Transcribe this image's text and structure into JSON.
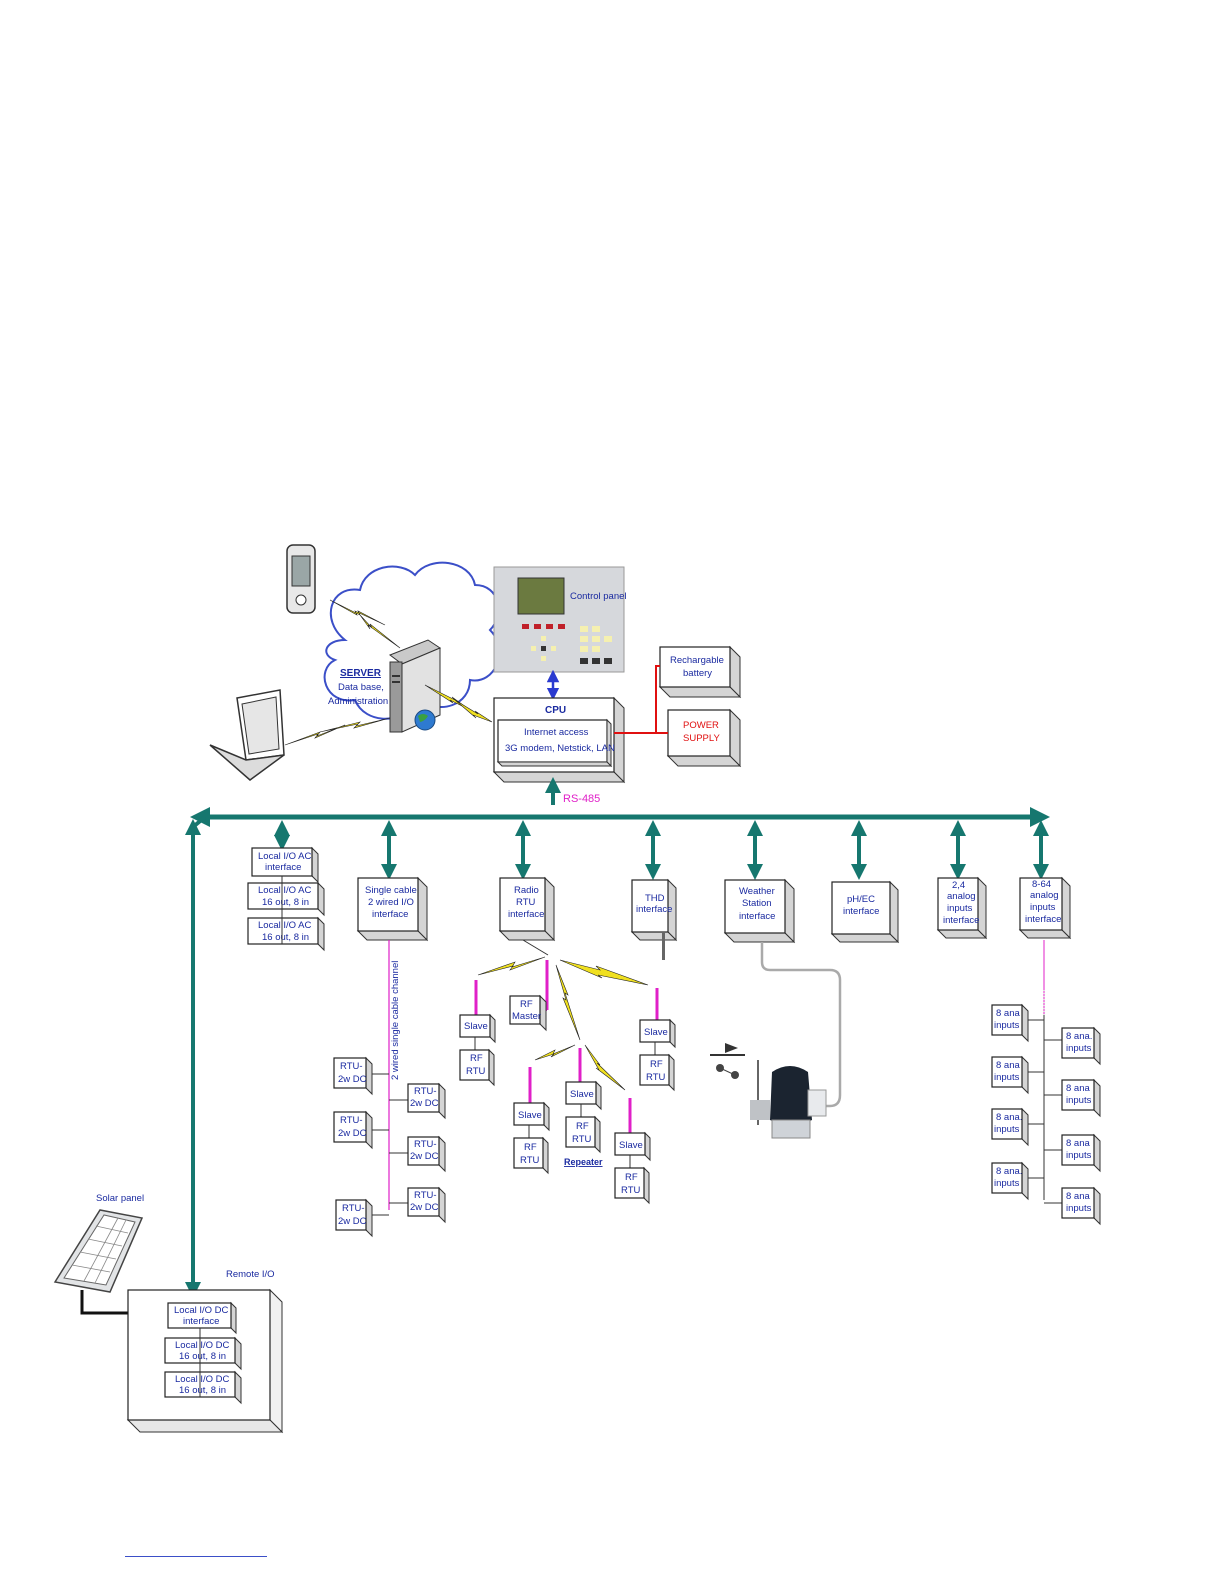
{
  "labels": {
    "control_panel": "Control panel",
    "cpu": "CPU",
    "internet_access": "Internet access",
    "connectivity": "3G modem, Netstick, LAN",
    "battery_1": "Rechargable",
    "battery_2": "battery",
    "power_1": "POWER",
    "power_2": "SUPPLY",
    "server": "SERVER",
    "server_db": "Data base,",
    "server_admin": "Administration",
    "rs485": "RS-485",
    "local_ac_interface_1": "Local I/O AC",
    "local_ac_interface_2": "interface",
    "local_ac_io_1": "Local I/O AC",
    "local_ac_io_2": "16 out, 8 in",
    "single_cable_1": "Single cable",
    "single_cable_2": "2 wired I/O",
    "single_cable_3": "interface",
    "single_cable_channel": "2 wired single cable channel",
    "radio_1": "Radio",
    "radio_2": "RTU",
    "radio_3": "interface",
    "thd_1": "THD",
    "thd_2": "interface",
    "weather_1": "Weather",
    "weather_2": "Station",
    "weather_3": "interface",
    "phec_1": "pH/EC",
    "phec_2": "interface",
    "analog24_1": "2,4",
    "analog24_2": "analog",
    "analog24_3": "inputs",
    "analog24_4": "interface",
    "analog864_1": "8-64",
    "analog864_2": "analog",
    "analog864_3": "inputs",
    "analog864_4": "interface",
    "rtu_1": "RTU-",
    "rtu_2": "2w DC",
    "slave": "Slave",
    "rf": "RF",
    "rtu": "RTU",
    "master": "Master",
    "repeater": "Repeater",
    "ana_1": "8 ana",
    "ana_1b": "8 ana.",
    "ana_2": "inputs",
    "solar_panel": "Solar panel",
    "remote_io": "Remote I/O",
    "local_dc_interface_1": "Local I/O DC",
    "local_dc_interface_2": "interface",
    "local_dc_io_1": "Local I/O DC",
    "local_dc_io_2": "16 out, 8 in"
  },
  "colors": {
    "bus": "#16776f",
    "pink_link": "#e020c8",
    "power_red": "#e01010",
    "text_blue": "#1a2aa0",
    "lcd": "#6b7a40"
  }
}
